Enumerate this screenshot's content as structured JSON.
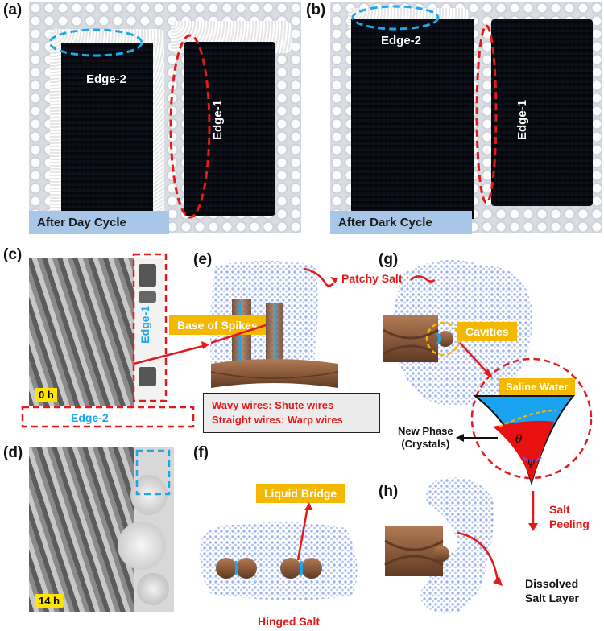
{
  "panels": {
    "a": {
      "letter": "(a)",
      "caption": "After Day Cycle",
      "edge_top": "Edge-2",
      "edge_side": "Edge-1"
    },
    "b": {
      "letter": "(b)",
      "caption": "After Dark Cycle",
      "edge_top": "Edge-2",
      "edge_side": "Edge-1"
    },
    "c": {
      "letter": "(c)",
      "time": "0 h",
      "edge_side": "Edge-1",
      "edge_bottom": "Edge-2"
    },
    "d": {
      "letter": "(d)",
      "time": "14 h"
    },
    "e": {
      "letter": "(e)",
      "patchy_salt": "Patchy Salt",
      "base_of_spikes": "Base of Spikes",
      "legend_line1": "Wavy wires: Shute wires",
      "legend_line2": "Straight wires: Warp wires"
    },
    "f": {
      "letter": "(f)",
      "liquid_bridge": "Liquid Bridge",
      "hinged_salt": "Hinged Salt"
    },
    "g": {
      "letter": "(g)",
      "cavities": "Cavities",
      "saline_water": "Saline Water",
      "new_phase_line1": "New Phase",
      "new_phase_line2": "(Crystals)",
      "theta": "θ",
      "psi": "ψ"
    },
    "h": {
      "letter": "(h)",
      "salt_peeling_line1": "Salt",
      "salt_peeling_line2": "Peeling",
      "dissolved_line1": "Dissolved",
      "dissolved_line2": "Salt Layer"
    }
  },
  "colors": {
    "red_dash": "#e31a1a",
    "blue_dash": "#1ea7e8",
    "salt_cloud": "#9db4ec",
    "wire_brown": "#8b5a3c",
    "tag_orange": "#f5b800",
    "water_blue": "#1aa3f0",
    "crystal_red": "#e81010",
    "caption_blue": "#a8c6e8"
  }
}
